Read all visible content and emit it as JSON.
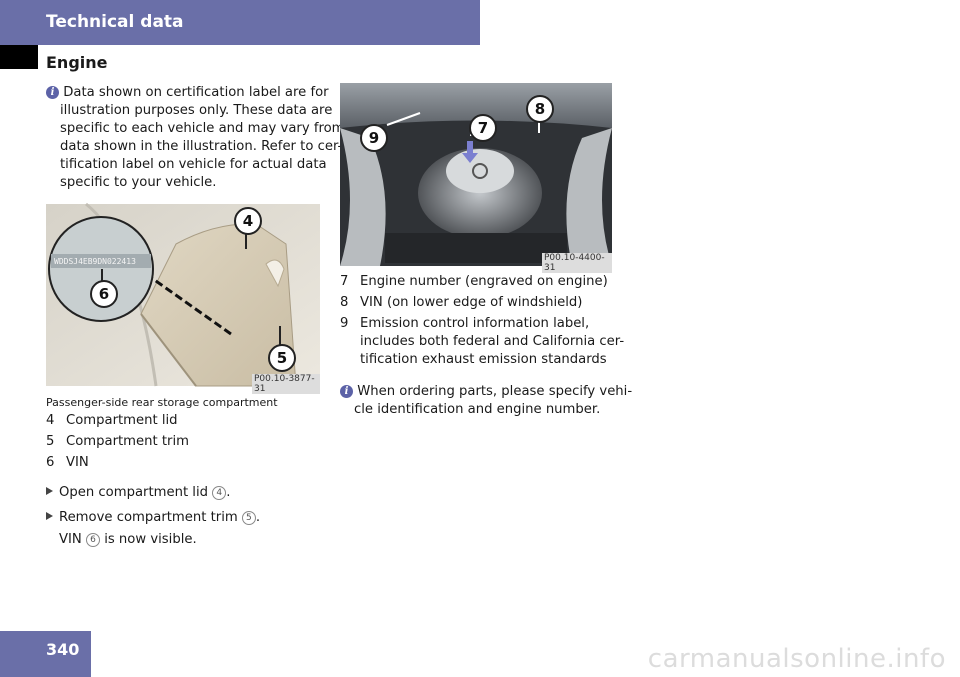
{
  "header": {
    "title": "Technical data"
  },
  "section": {
    "title": "Engine"
  },
  "info1": {
    "lines": [
      "Data shown on certification label are for",
      "illustration purposes only. These data are",
      "specific to each vehicle and may vary from",
      "data shown in the illustration. Refer to cer-",
      "tification label on vehicle for actual data",
      "specific to your vehicle."
    ]
  },
  "figure1": {
    "code": "P00.10-3877-31",
    "label_text": "WDDSJ4EB9DN022413",
    "callouts": [
      "4",
      "5",
      "6"
    ]
  },
  "caption1": "Passenger-side rear storage compartment",
  "legend1": [
    {
      "num": "4",
      "text": "Compartment lid"
    },
    {
      "num": "5",
      "text": "Compartment trim"
    },
    {
      "num": "6",
      "text": "VIN"
    }
  ],
  "steps": [
    {
      "before": "Open compartment lid",
      "num": "4",
      "after": "."
    },
    {
      "before": "Remove compartment trim",
      "num": "5",
      "after": "."
    }
  ],
  "result": {
    "before": "VIN",
    "num": "6",
    "after": "is now visible."
  },
  "figure2": {
    "code": "P00.10-4400-31",
    "callouts": [
      "9",
      "7",
      "8"
    ]
  },
  "legend2": [
    {
      "num": "7",
      "lines": [
        "Engine number (engraved on engine)"
      ]
    },
    {
      "num": "8",
      "lines": [
        "VIN (on lower edge of windshield)"
      ]
    },
    {
      "num": "9",
      "lines": [
        "Emission control information label,",
        "includes both federal and California cer-",
        "tification exhaust emission standards"
      ]
    }
  ],
  "info2": {
    "lines": [
      "When ordering parts, please specify vehi-",
      "cle identification and engine number."
    ]
  },
  "page": {
    "number": "340"
  },
  "watermark": "carmanualsonline.info"
}
